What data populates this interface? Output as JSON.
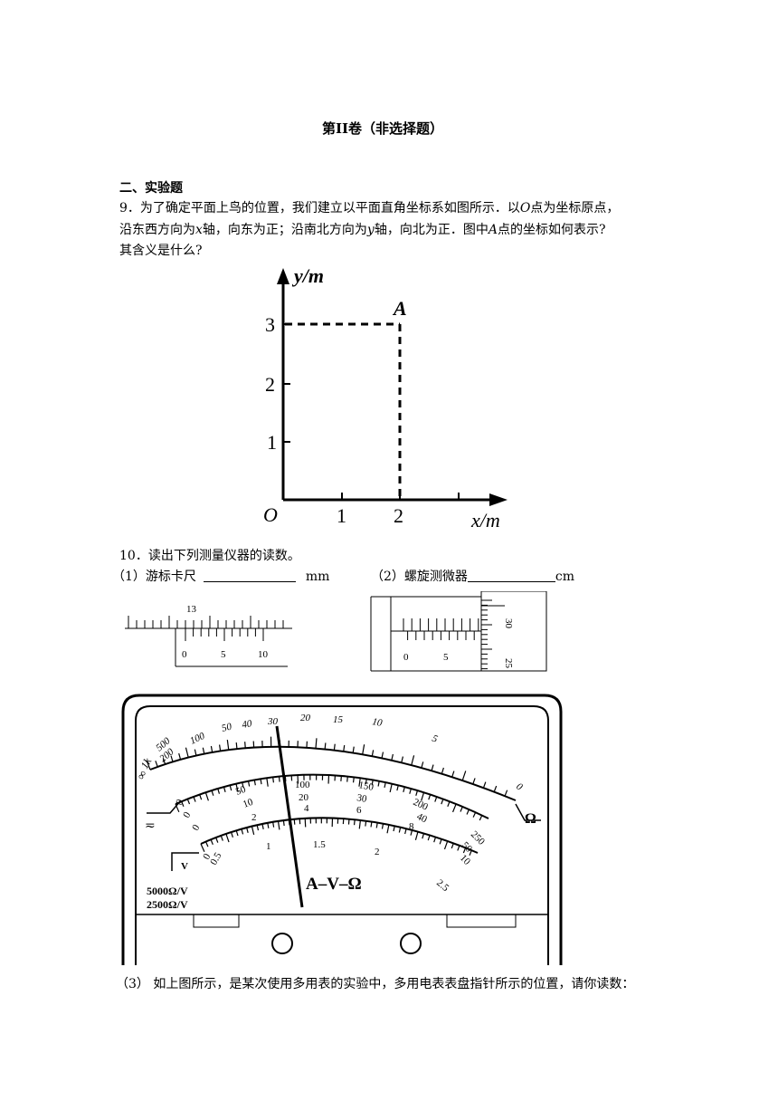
{
  "section_title": "第II卷（非选择题）",
  "section_heading": "二、实验题",
  "q9": {
    "line1": "9．为了确定平面上鸟的位置，我们建立以平面直角坐标系如图所示．以",
    "o_label": "O",
    "line1_end": "点为坐标原点，",
    "line2_a": "沿东西方向为",
    "x_var": "x",
    "line2_b": "轴，向东为正；沿南北方向为",
    "y_var": "y",
    "line2_c": "轴，向北为正．图中",
    "a_var": "A",
    "line2_d": "点的坐标如何表示?",
    "line3": "其含义是什么?"
  },
  "graph": {
    "y_axis_label": "y/m",
    "x_axis_label": "x/m",
    "origin": "O",
    "point_label": "A",
    "y_ticks": [
      "1",
      "2",
      "3"
    ],
    "x_ticks": [
      "1",
      "2"
    ]
  },
  "q10": {
    "title": "10．读出下列测量仪器的读数。",
    "part1_label": "（1）游标卡尺",
    "part1_unit": "mm",
    "part2_label": "（2）螺旋测微器",
    "part2_unit": "cm"
  },
  "caliper": {
    "main_label": "13",
    "vernier_labels": [
      "0",
      "5",
      "10"
    ]
  },
  "micrometer": {
    "sleeve_labels": [
      "0",
      "5"
    ],
    "thimble_labels": [
      "30",
      "25"
    ]
  },
  "meter": {
    "ohm_scale": [
      "∞",
      "1k",
      "500",
      "200",
      "100",
      "50",
      "40",
      "30",
      "20",
      "15",
      "10",
      "5",
      "0"
    ],
    "dc_scale_top": [
      "0",
      "50",
      "100",
      "150",
      "200",
      "250"
    ],
    "dc_scale_mid": [
      "0",
      "10",
      "20",
      "30",
      "40",
      "50"
    ],
    "dc_scale_low": [
      "0",
      "2",
      "4",
      "6",
      "8",
      "10"
    ],
    "ac_scale": [
      "0",
      "0.5",
      "1",
      "1.5",
      "2",
      "2.5"
    ],
    "omega_symbol": "Ω",
    "center_label": "A–V–Ω",
    "sens_dc": "5000Ω/V",
    "sens_ac": "2500Ω/V",
    "dc_mark": "≂",
    "v_mark": "V"
  },
  "q10_part3": "（3） 如上图所示，是某次使用多用表的实验中，多用电表表盘指针所示的位置，请你读数："
}
